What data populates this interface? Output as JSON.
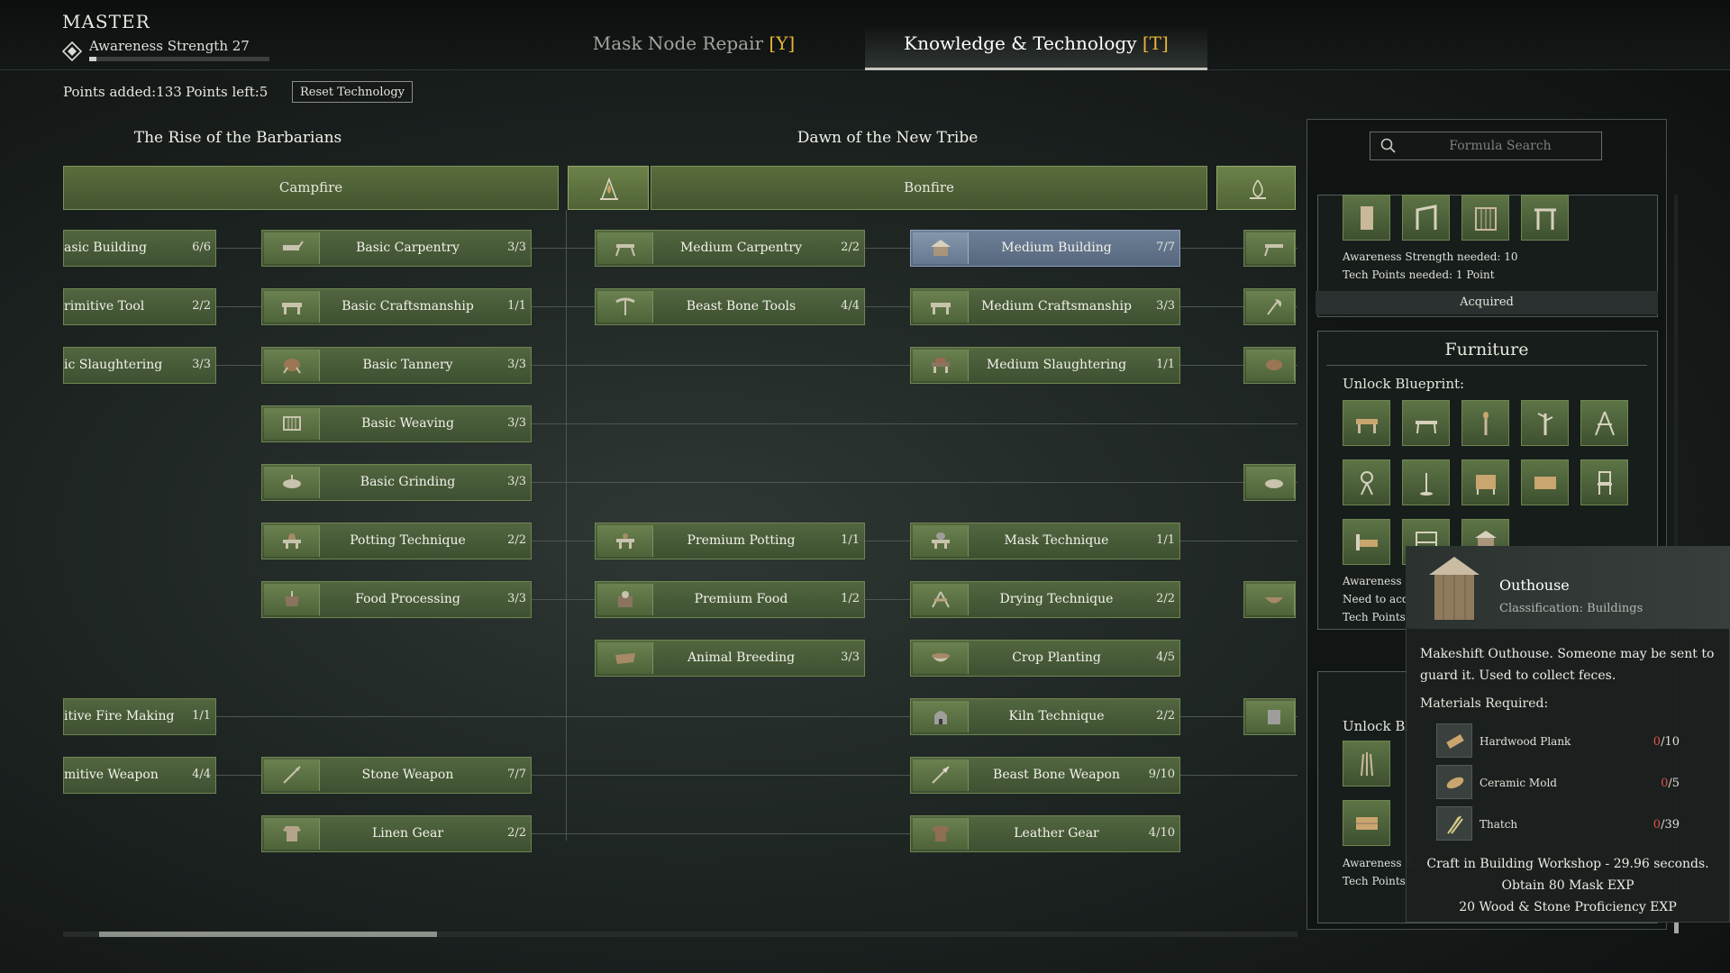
{
  "header": {
    "rank": "MASTER",
    "awareness_label": "Awareness Strength 27",
    "awareness_progress": 0.04,
    "tabs": [
      {
        "label": "Mask Node Repair",
        "key": "[Y]",
        "active": false
      },
      {
        "label": "Knowledge & Technology",
        "key": "[T]",
        "active": true
      }
    ]
  },
  "points": {
    "added": "Points added:133",
    "left": "Points left:5",
    "reset_label": "Reset Technology"
  },
  "eras": [
    "The Rise of the Barbarians",
    "Dawn of the New Tribe"
  ],
  "stages": [
    "Campfire",
    "Bonfire"
  ],
  "columns": {
    "col1": [
      {
        "name": "asic Building",
        "count": "6/6"
      },
      {
        "name": "rimitive Tool",
        "count": "2/2"
      },
      {
        "name": "ic Slaughtering",
        "count": "3/3"
      },
      {
        "name": "itive Fire Making",
        "count": "1/1"
      },
      {
        "name": "mitive Weapon",
        "count": "4/4"
      }
    ],
    "col2": [
      {
        "name": "Basic Carpentry",
        "count": "3/3"
      },
      {
        "name": "Basic Craftsmanship",
        "count": "1/1"
      },
      {
        "name": "Basic Tannery",
        "count": "3/3"
      },
      {
        "name": "Basic Weaving",
        "count": "3/3"
      },
      {
        "name": "Basic Grinding",
        "count": "3/3"
      },
      {
        "name": "Potting Technique",
        "count": "2/2"
      },
      {
        "name": "Food Processing",
        "count": "3/3"
      },
      {
        "name": "Stone Weapon",
        "count": "7/7"
      },
      {
        "name": "Linen Gear",
        "count": "2/2"
      }
    ],
    "col3": [
      {
        "name": "Medium Carpentry",
        "count": "2/2"
      },
      {
        "name": "Beast Bone Tools",
        "count": "4/4"
      },
      {
        "name": "Premium Potting",
        "count": "1/1"
      },
      {
        "name": "Premium Food",
        "count": "1/2"
      },
      {
        "name": "Animal Breeding",
        "count": "3/3"
      }
    ],
    "col4": [
      {
        "name": "Medium Building",
        "count": "7/7"
      },
      {
        "name": "Medium Craftsmanship",
        "count": "3/3"
      },
      {
        "name": "Medium Slaughtering",
        "count": "1/1"
      },
      {
        "name": "Mask Technique",
        "count": "1/1"
      },
      {
        "name": "Drying Technique",
        "count": "2/2"
      },
      {
        "name": "Crop Planting",
        "count": "4/5"
      },
      {
        "name": "Kiln Technique",
        "count": "2/2"
      },
      {
        "name": "Beast Bone Weapon",
        "count": "9/10"
      },
      {
        "name": "Leather Gear",
        "count": "4/10"
      }
    ]
  },
  "panel": {
    "search_placeholder": "Formula Search",
    "card1": {
      "awareness_needed": "Awareness Strength needed: 10",
      "tech_points": "Tech Points needed: 1 Point",
      "status": "Acquired"
    },
    "furniture": {
      "title": "Furniture",
      "unlock_label": "Unlock Blueprint:",
      "partial_lines": [
        "Awareness S",
        "Need to acq",
        "Tech Points"
      ]
    },
    "card3": {
      "unlock_label": "Unlock Bl",
      "partial_lines": [
        "Awareness S",
        "Tech Points"
      ]
    }
  },
  "tooltip": {
    "name": "Outhouse",
    "classification": "Classification: Buildings",
    "description": "Makeshift Outhouse. Someone may be sent to guard it. Used to collect feces.",
    "materials_label": "Materials Required:",
    "materials": [
      {
        "name": "Hardwood Plank",
        "have": "0",
        "need": "/10"
      },
      {
        "name": "Ceramic Mold",
        "have": "0",
        "need": "/5"
      },
      {
        "name": "Thatch",
        "have": "0",
        "need": "/39"
      }
    ],
    "craft_lines": [
      "Craft in Building Workshop - 29.96 seconds.",
      "Obtain 80 Mask EXP",
      "20 Wood & Stone Proficiency EXP"
    ]
  },
  "colors": {
    "accent_key": "#e8b337",
    "node_green": "#526640",
    "selected_blue": "#6e8097",
    "missing_red": "#e0534a"
  }
}
